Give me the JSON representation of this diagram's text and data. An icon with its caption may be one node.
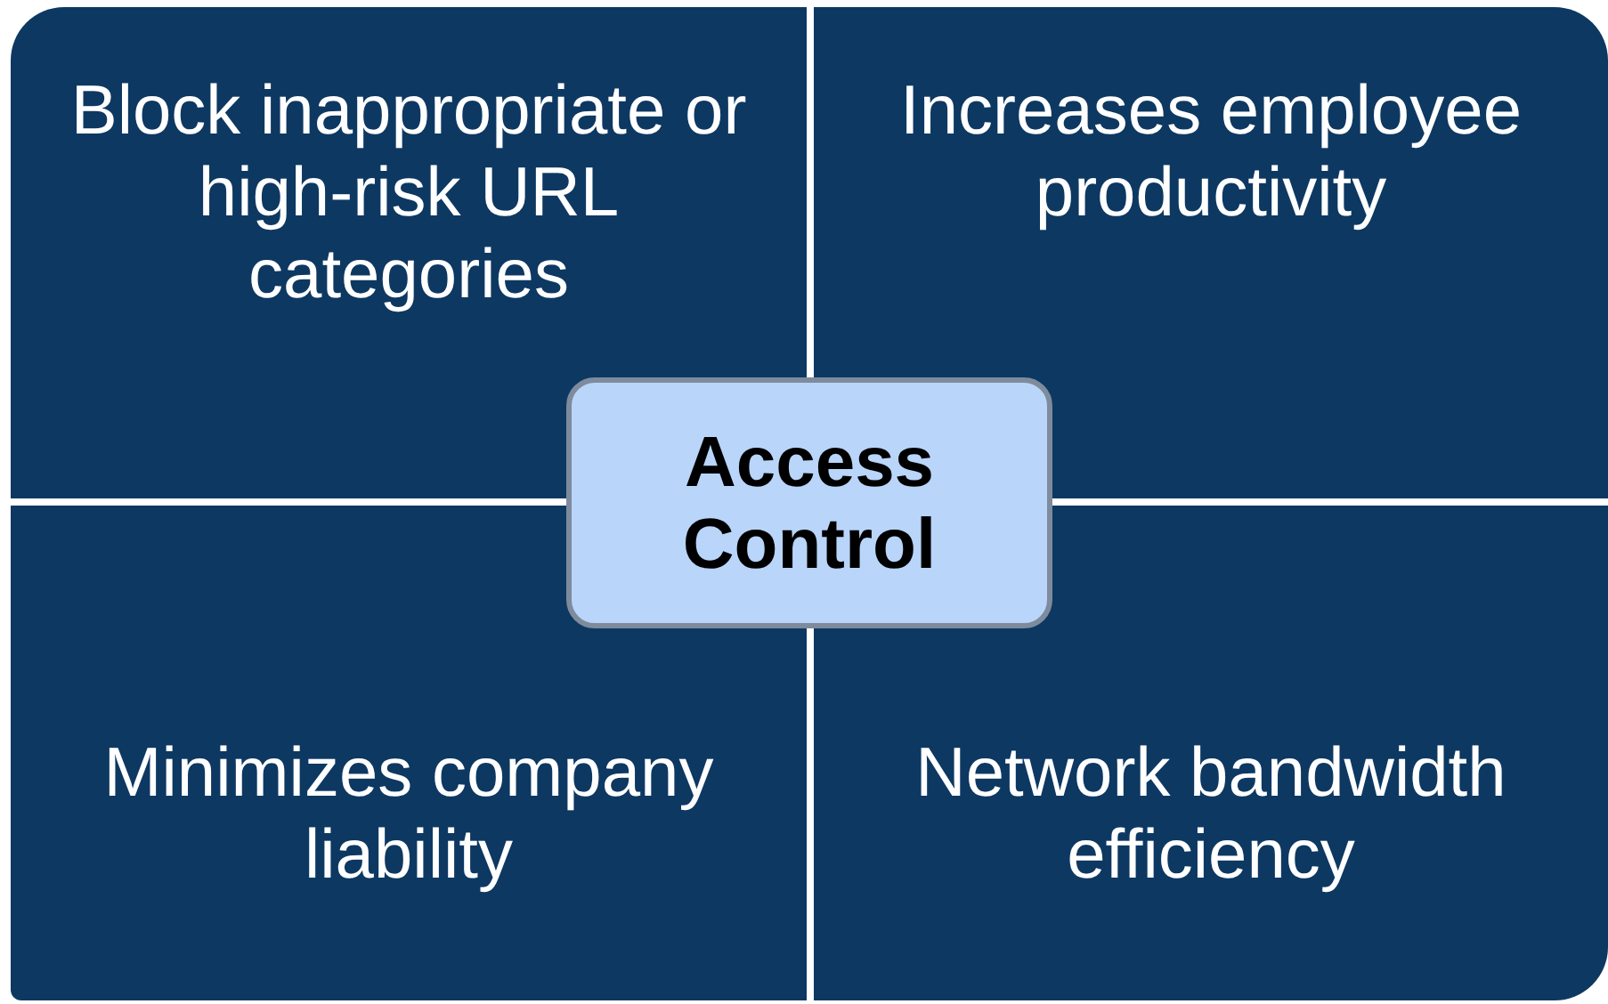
{
  "diagram": {
    "nodes": [
      {
        "text": [
          "Block inappropriate or high-risk URL categories"
        ]
      },
      {
        "text": [
          "Increases employee productivity"
        ]
      },
      {
        "text": [
          "Access Control"
        ]
      },
      {
        "text": [
          "Minimizes company liability"
        ]
      },
      {
        "text": [
          "Network bandwidth efficiency"
        ]
      }
    ]
  }
}
